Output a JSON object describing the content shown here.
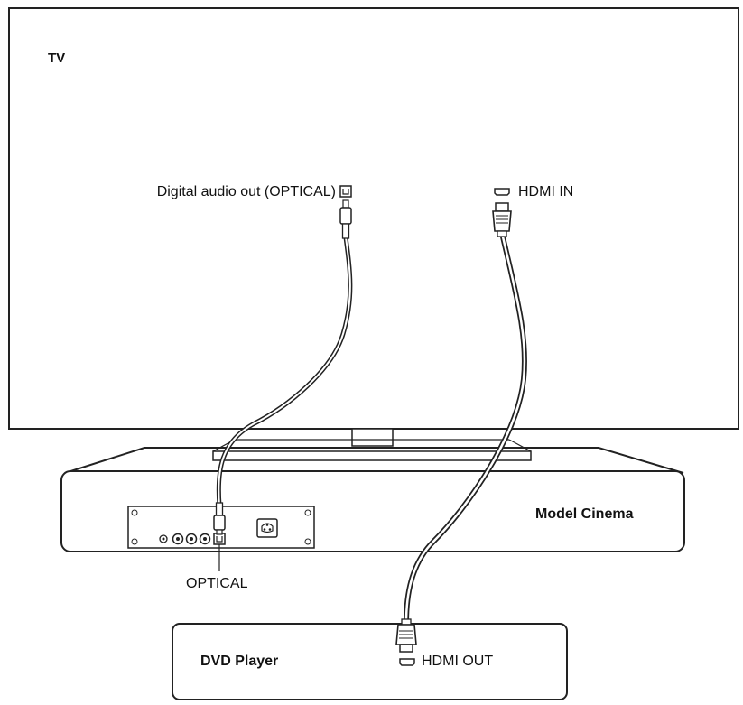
{
  "tv": {
    "label": "TV"
  },
  "tv_ports": {
    "optical_label": "Digital audio out (OPTICAL)",
    "optical_icon": "optical-port-icon",
    "hdmi_label": "HDMI IN",
    "hdmi_icon": "hdmi-port-icon"
  },
  "soundbar": {
    "label": "Model Cinema",
    "optical_port_label": "OPTICAL"
  },
  "dvd_player": {
    "label": "DVD Player",
    "hdmi_out_label": "HDMI OUT",
    "hdmi_icon": "hdmi-port-icon"
  },
  "cables": [
    "optical-cable",
    "hdmi-cable"
  ],
  "colors": {
    "line": "#222222",
    "background": "#ffffff"
  }
}
